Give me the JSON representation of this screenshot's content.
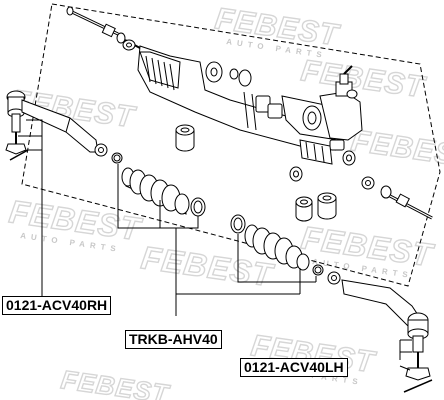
{
  "watermark": {
    "brand": "FEBEST",
    "tagline": "AUTO PARTS"
  },
  "labels": {
    "rh": "0121-ACV40RH",
    "boot": "TRKB-AHV40",
    "lh": "0121-ACV40LH"
  },
  "colors": {
    "line": "#000000",
    "watermark_stroke": "#d6d6d6",
    "part_fill": "#ffffff"
  }
}
